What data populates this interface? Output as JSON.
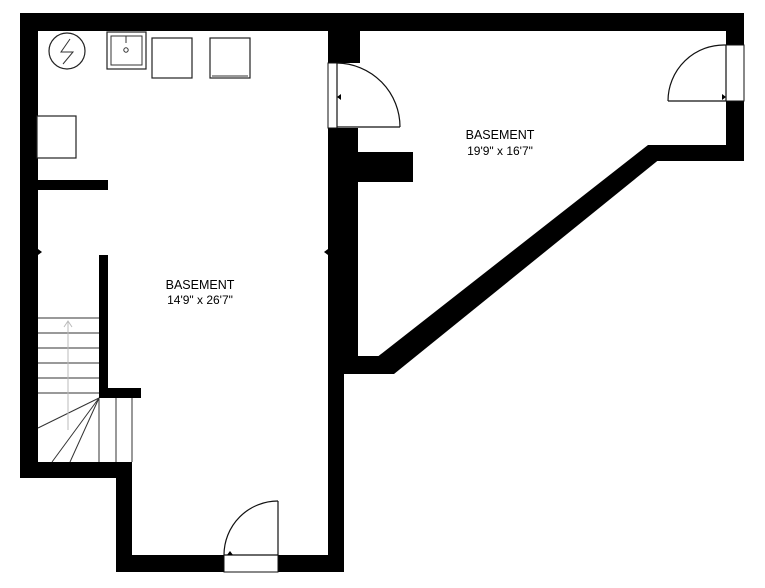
{
  "rooms": [
    {
      "name": "BASEMENT",
      "dimensions": "14'9\" x 26'7\""
    },
    {
      "name": "BASEMENT",
      "dimensions": "19'9\" x 16'7\""
    }
  ],
  "colors": {
    "wall": "#000000",
    "background": "#ffffff",
    "stair_arrow": "#bbbbbb"
  },
  "icons": [
    "electrical-panel-icon",
    "laundry-sink-icon",
    "washer-icon",
    "dryer-icon",
    "stair-direction-arrow-icon"
  ]
}
